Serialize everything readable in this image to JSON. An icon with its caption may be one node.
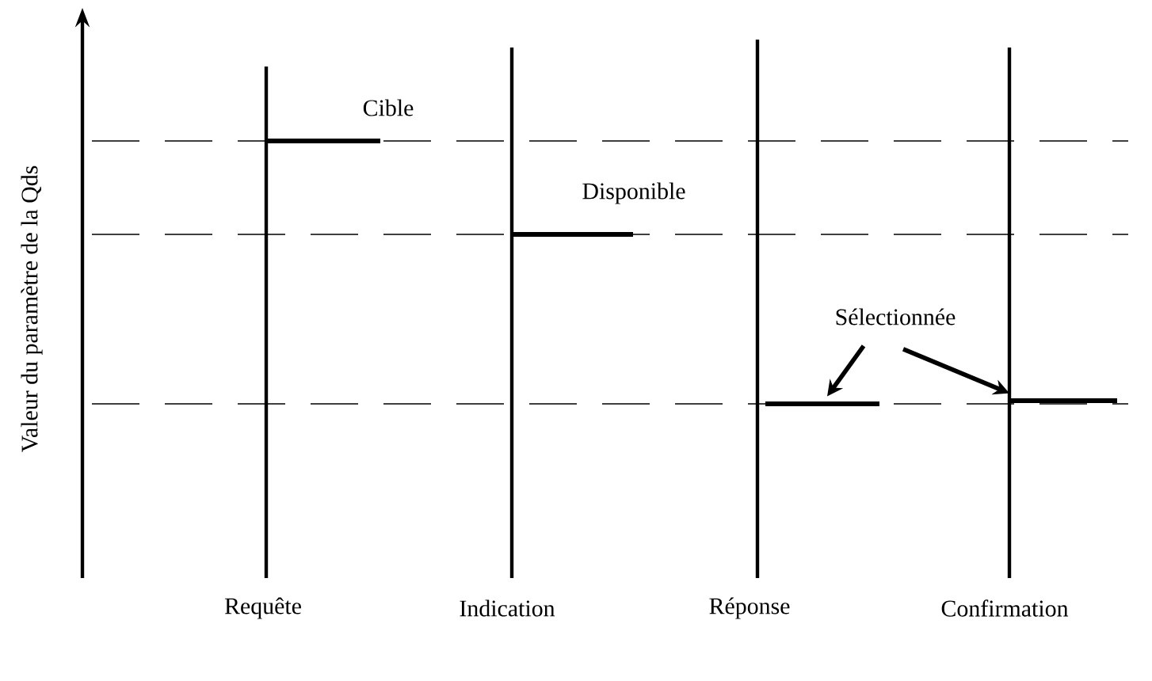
{
  "diagram": {
    "nodes": [
      {
        "text": [
          "Sélectionnée"
        ]
      },
      {
        "text": [],
        "shape": "bar"
      },
      {
        "text": [],
        "shape": "bar"
      },
      {
        "text": [],
        "shape": "bar"
      },
      {
        "text": [],
        "shape": "bar"
      }
    ],
    "edges": [
      {
        "from": 0,
        "to": 3,
        "arrow": "to"
      },
      {
        "from": 0,
        "to": 4,
        "arrow": "to"
      }
    ],
    "labels": [
      "Valeur du paramètre de la Qds",
      "Cible",
      "Disponible",
      "Requête",
      "Indication",
      "Réponse",
      "Confirmation"
    ]
  }
}
